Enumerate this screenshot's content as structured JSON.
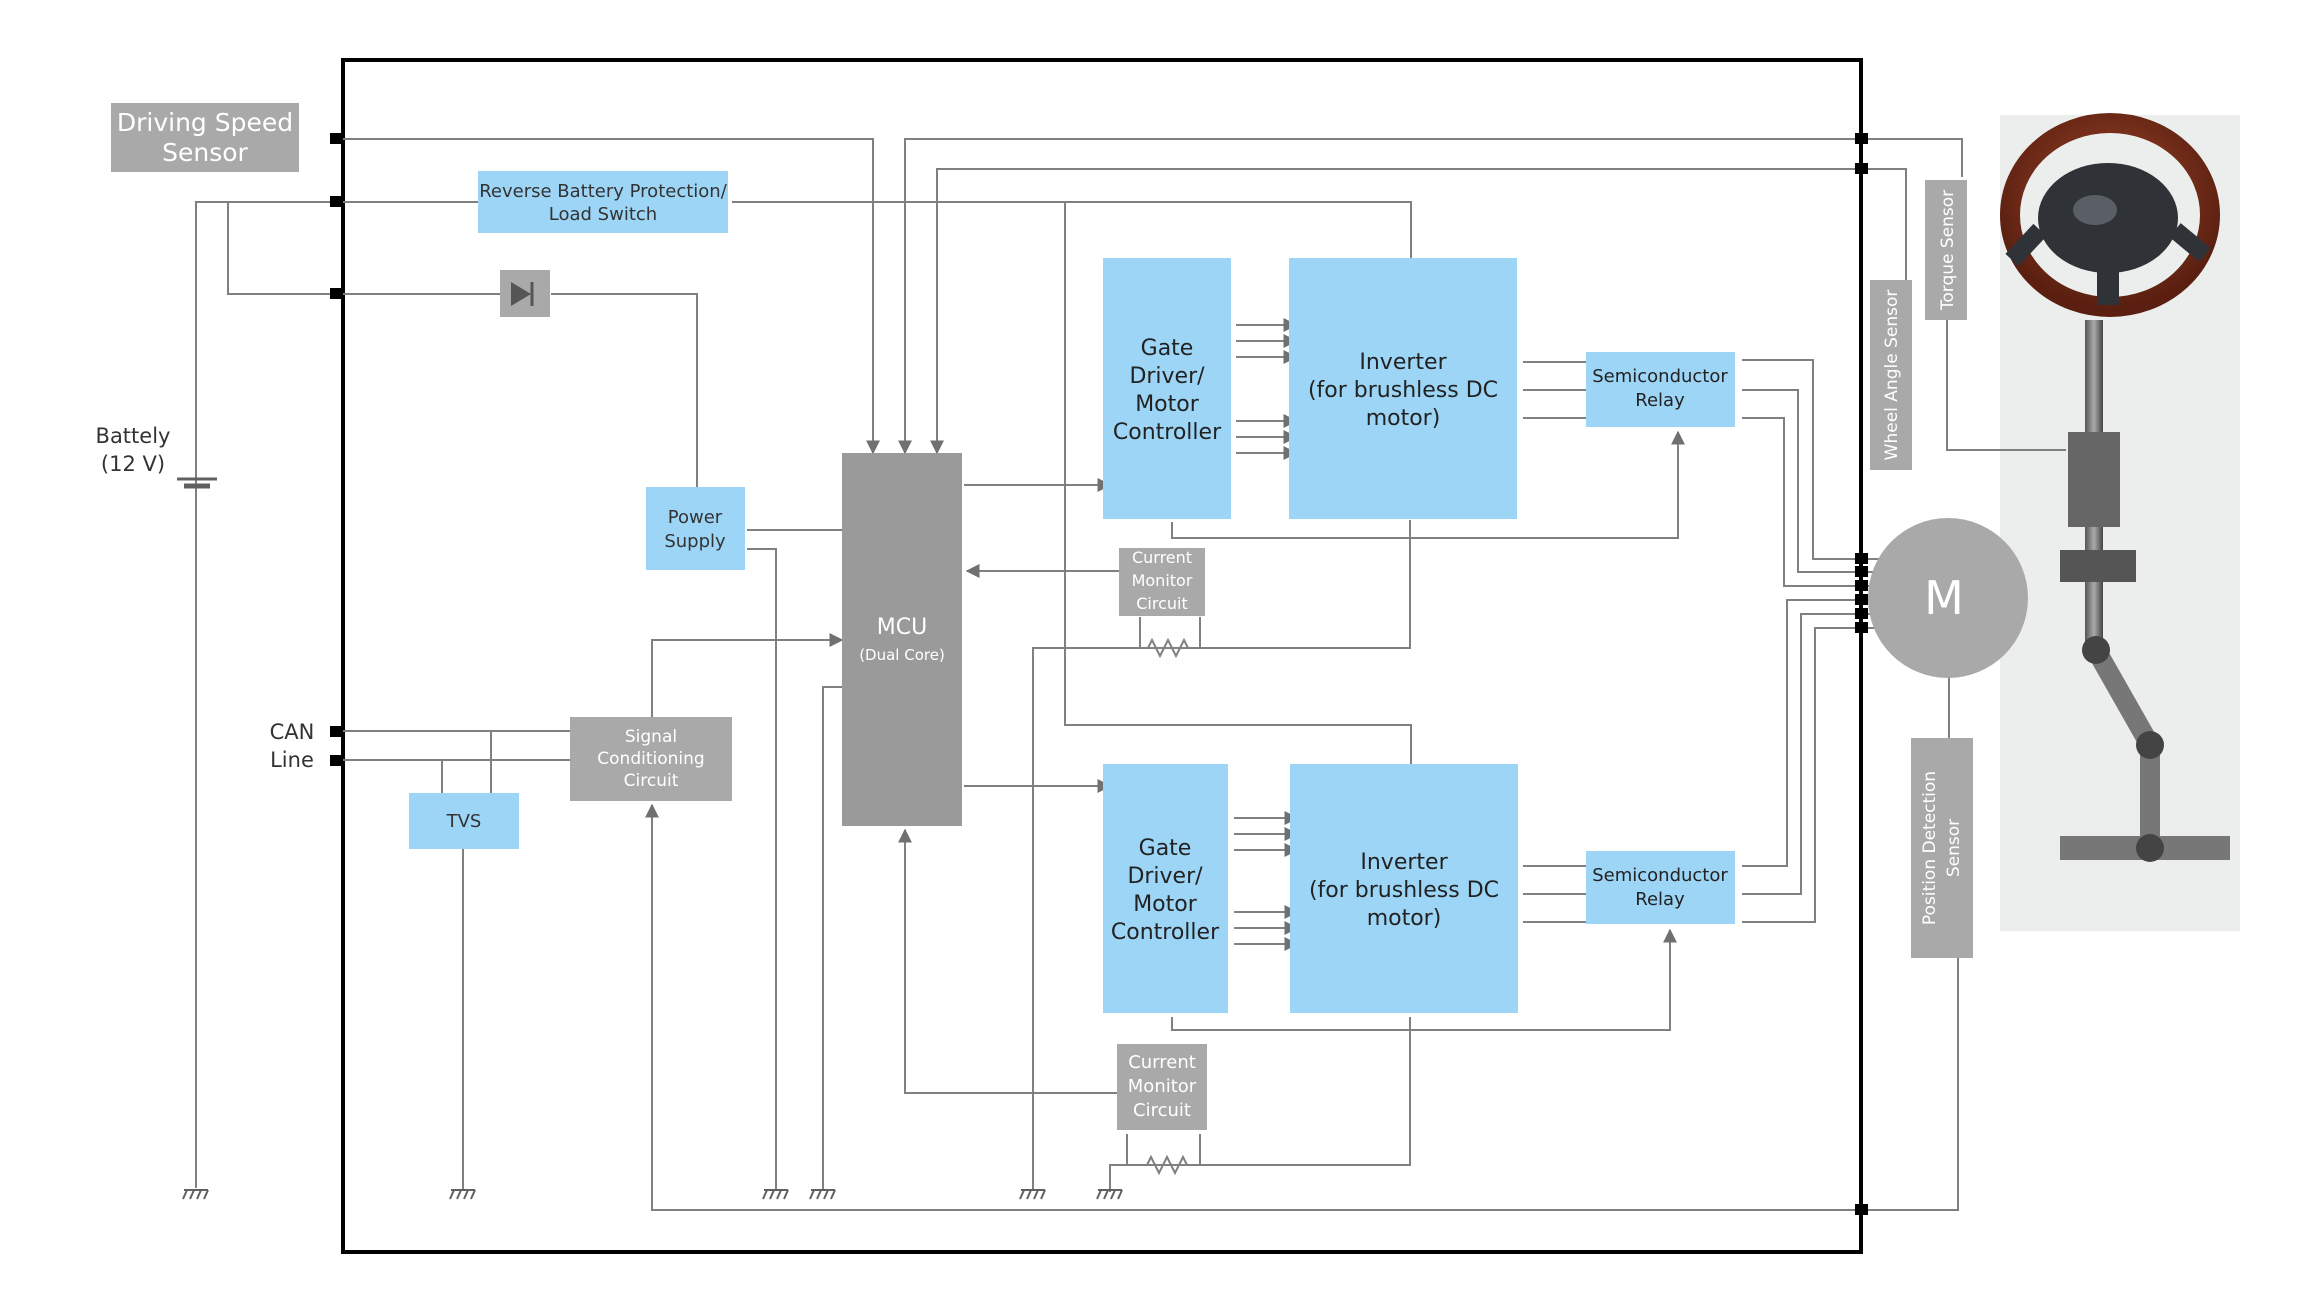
{
  "colors": {
    "blue": "#9dd5f6",
    "gray": "#a9a9a9",
    "darkgray": "#9a9a9a",
    "line": "#808080",
    "white": "#ffffff"
  },
  "labels": {
    "driving_speed_sensor": [
      "Driving Speed",
      "Sensor"
    ],
    "reverse_battery": [
      "Reverse Battery Protection/",
      "Load Switch"
    ],
    "battery": [
      "Battely",
      "(12 V)"
    ],
    "power_supply": [
      "Power",
      "Supply"
    ],
    "can_line": [
      "CAN",
      "Line"
    ],
    "tvs": [
      "TVS"
    ],
    "signal_conditioning": [
      "Signal",
      "Conditioning",
      "Circuit"
    ],
    "mcu": [
      "MCU"
    ],
    "mcu_sub": [
      "(Dual Core)"
    ],
    "gate_driver": [
      "Gate",
      "Driver/",
      "Motor",
      "Controller"
    ],
    "inverter": [
      "Inverter",
      "(for brushless DC",
      "motor)"
    ],
    "relay": [
      "Semiconductor",
      "Relay"
    ],
    "current_monitor": [
      "Current",
      "Monitor",
      "Circuit"
    ],
    "motor": [
      "M"
    ],
    "torque_sensor": [
      "Torque Sensor"
    ],
    "wheel_angle_sensor": [
      "Wheel Angle Sensor"
    ],
    "position_sensor": [
      "Position Detection",
      "Sensor"
    ]
  }
}
